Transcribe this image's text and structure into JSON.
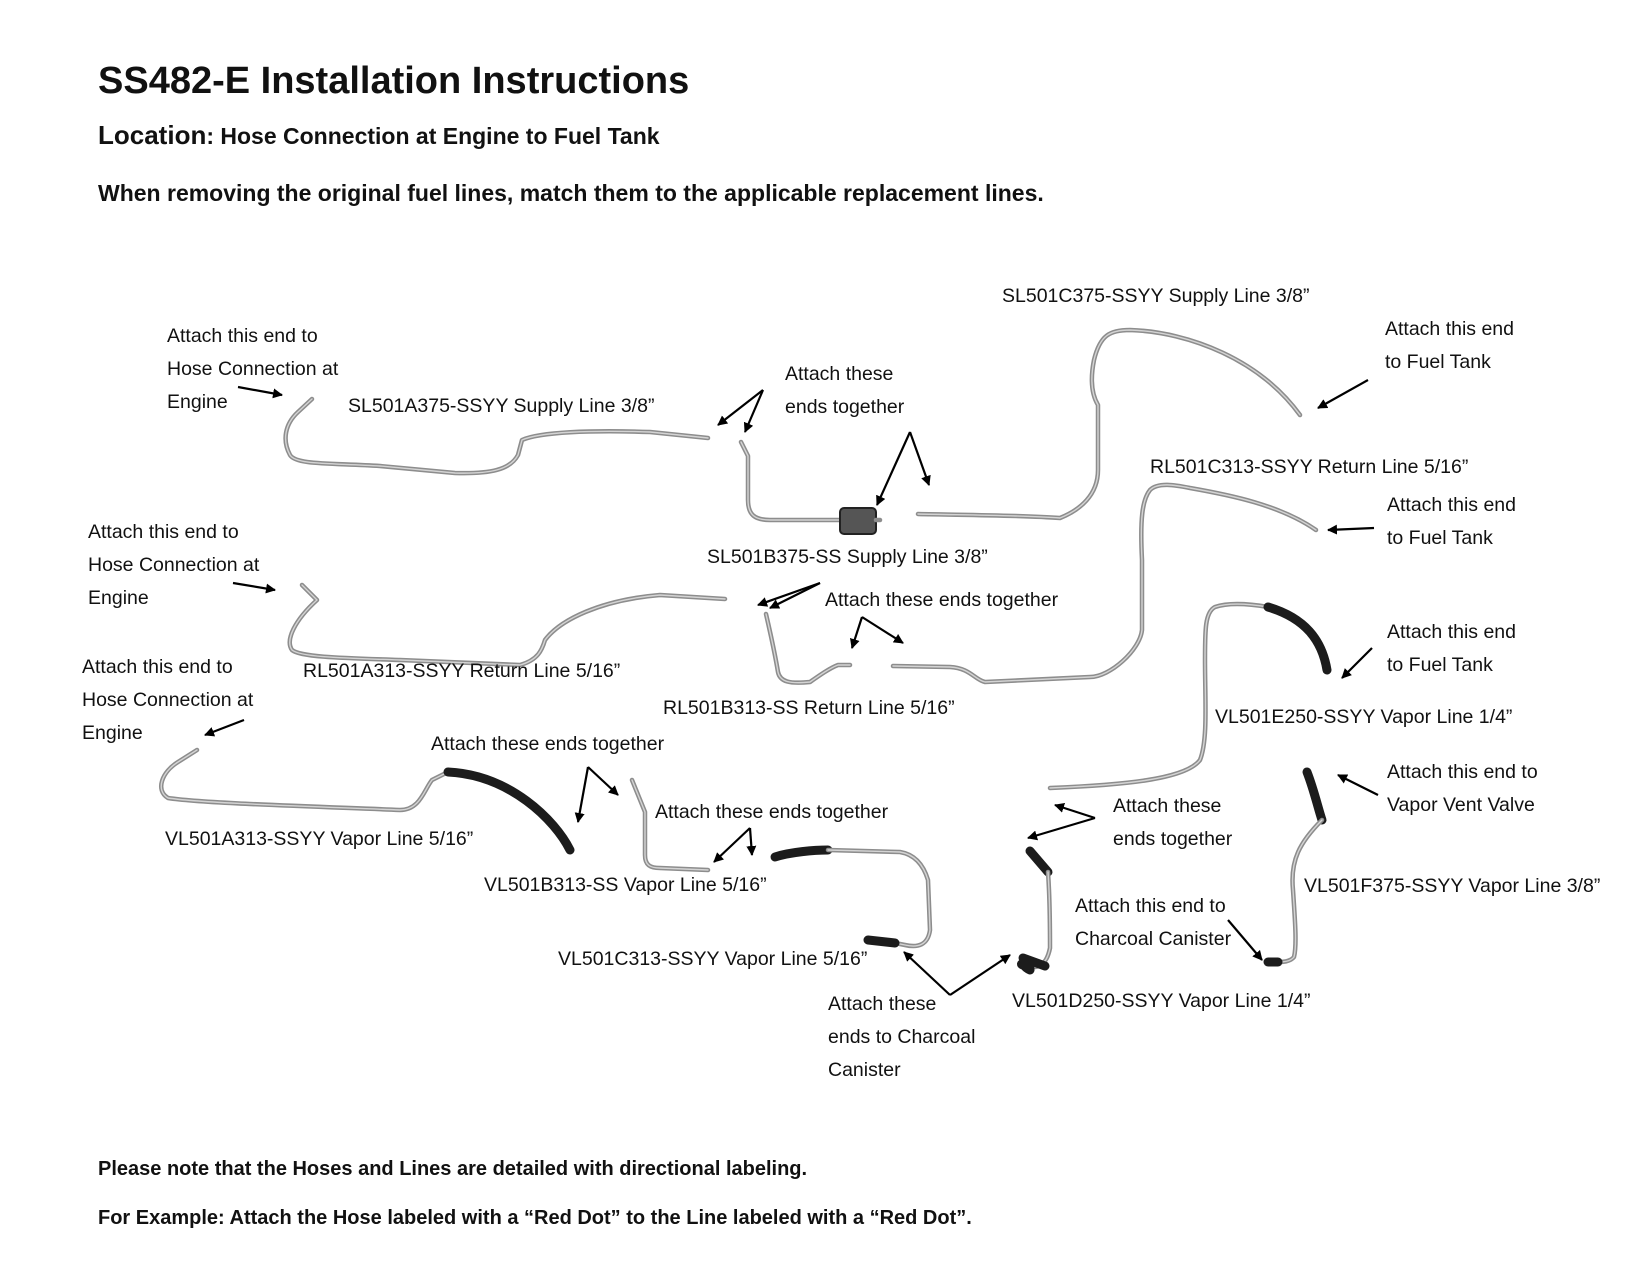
{
  "header": {
    "title": "SS482-E Installation Instructions",
    "location_label": "Location",
    "location_value": ": Hose Connection at Engine to Fuel Tank",
    "intro": "When removing the original fuel lines, match them to the applicable replacement lines."
  },
  "labels": {
    "attach_engine_1": "Attach this end to\nHose Connection at\nEngine",
    "sl501a": "SL501A375-SSYY Supply Line 3/8”",
    "attach_together_1": "Attach these\nends together",
    "sl501c": "SL501C375-SSYY Supply Line 3/8”",
    "attach_tank_1": "Attach this end\nto Fuel Tank",
    "rl501c": "RL501C313-SSYY Return Line 5/16”",
    "attach_tank_2": "Attach this end\nto Fuel Tank",
    "attach_engine_2": "Attach this end to\nHose Connection at\nEngine",
    "sl501b": "SL501B375-SS Supply Line 3/8”",
    "attach_together_2": "Attach these ends together",
    "attach_tank_3": "Attach this end\nto Fuel Tank",
    "attach_engine_3": "Attach this end to\nHose Connection at\nEngine",
    "rl501a": "RL501A313-SSYY Return Line 5/16”",
    "rl501b": "RL501B313-SS Return Line 5/16”",
    "vl501e": "VL501E250-SSYY Vapor Line 1/4”",
    "attach_together_3": "Attach these ends together",
    "attach_vent": "Attach this end to\nVapor Vent Valve",
    "attach_together_4": "Attach these ends together",
    "attach_together_5": "Attach these\nends together",
    "vl501a": "VL501A313-SSYY Vapor Line 5/16”",
    "vl501b": "VL501B313-SS Vapor Line 5/16”",
    "vl501f": "VL501F375-SSYY Vapor Line 3/8”",
    "attach_charcoal_1": "Attach this end to\nCharcoal Canister",
    "vl501c": "VL501C313-SSYY Vapor Line 5/16”",
    "attach_charcoal_2": "Attach these\nends to Charcoal\nCanister",
    "vl501d": "VL501D250-SSYY Vapor Line 1/4”"
  },
  "footer": {
    "note_1": "Please note that the Hoses and Lines are detailed with directional labeling.",
    "note_2": "For Example: Attach the Hose labeled with a “Red Dot” to the Line labeled with a “Red Dot”."
  },
  "colors": {
    "line_steel": "#8d8d8d",
    "hose_black": "#1c1c1c",
    "text": "#111111"
  }
}
